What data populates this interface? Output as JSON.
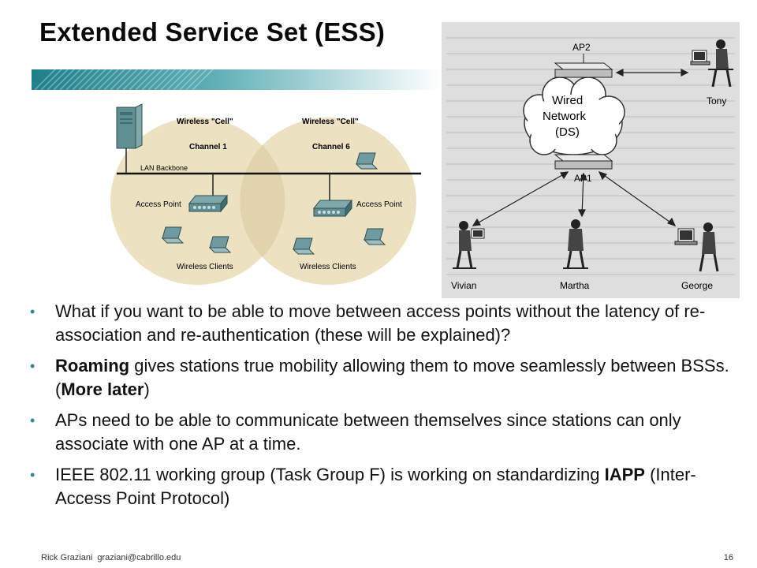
{
  "slide": {
    "title": "Extended Service Set (ESS)",
    "page_number": "16",
    "footer": {
      "author": "Rick Graziani",
      "email": "graziani@cabrillo.edu"
    }
  },
  "colors": {
    "accent_teal": "#2c8a94",
    "cell_fill": "#ece2c2",
    "cell_fill_overlap": "#e0d3ad"
  },
  "left_diagram": {
    "cells": [
      {
        "label": "Wireless \"Cell\"",
        "channel": "Channel 1"
      },
      {
        "label": "Wireless \"Cell\"",
        "channel": "Channel 6"
      }
    ],
    "backbone_label": "LAN Backbone",
    "access_point_labels": [
      "Access Point",
      "Access Point"
    ],
    "clients_labels": [
      "Wireless Clients",
      "Wireless Clients"
    ],
    "icons": [
      "server-icon",
      "access-point-icon",
      "laptop-icon"
    ]
  },
  "right_diagram": {
    "aps": [
      "AP2",
      "AP1"
    ],
    "cloud_lines": [
      "Wired",
      "Network",
      "(DS)"
    ],
    "people": [
      "Tony",
      "Vivian",
      "Martha",
      "George"
    ]
  },
  "bullets": [
    {
      "pre": "",
      "bold": "",
      "mid": "What if you want to be able to move between access points without the latency of re-association and re-authentication (these will be explained)?",
      "bold2": "",
      "post": ""
    },
    {
      "pre": "",
      "bold": "Roaming",
      "mid": " gives stations true mobility allowing them to move seamlessly between BSSs.  (",
      "bold2": "More later",
      "post": ")"
    },
    {
      "pre": "",
      "bold": "",
      "mid": "APs need to be able to communicate between themselves since stations can only associate with one AP at a time.",
      "bold2": "",
      "post": ""
    },
    {
      "pre": "IEEE 802.11 working group (Task Group F) is working on standardizing ",
      "bold": "IAPP",
      "mid": " (Inter-Access Point Protocol)",
      "bold2": "",
      "post": ""
    }
  ]
}
